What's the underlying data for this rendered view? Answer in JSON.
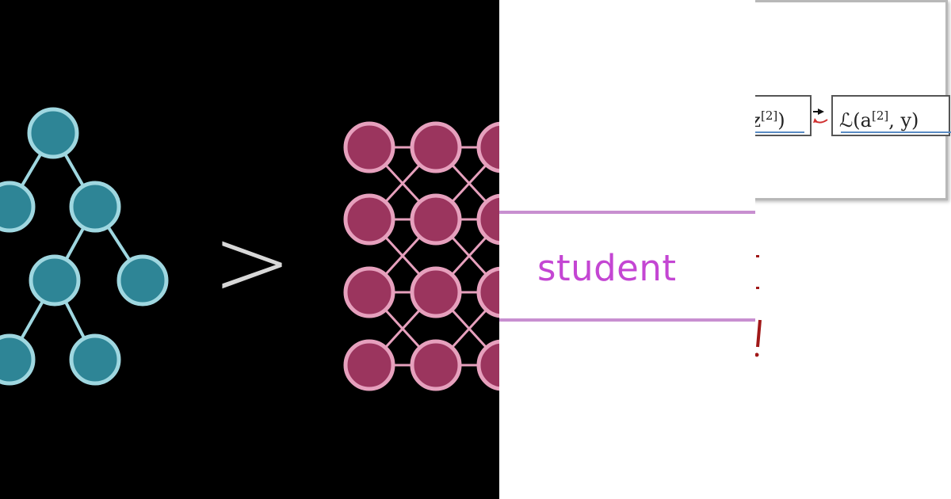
{
  "diagram": {
    "comparison_symbol": ">",
    "student_label": "student",
    "math": {
      "box_a": "(z",
      "box_a_sup": "[2]",
      "box_a_close": ")",
      "box_b": "ℒ(a",
      "box_b_sup": "[2]",
      "box_b_close": ", y)"
    },
    "colors": {
      "tree_node_fill": "#2e8596",
      "tree_node_stroke": "#9fd7e0",
      "net_node_fill": "#9b355e",
      "net_node_stroke": "#e6a0bd",
      "student_text": "#c446d3",
      "student_border": "#c88fd0"
    }
  }
}
